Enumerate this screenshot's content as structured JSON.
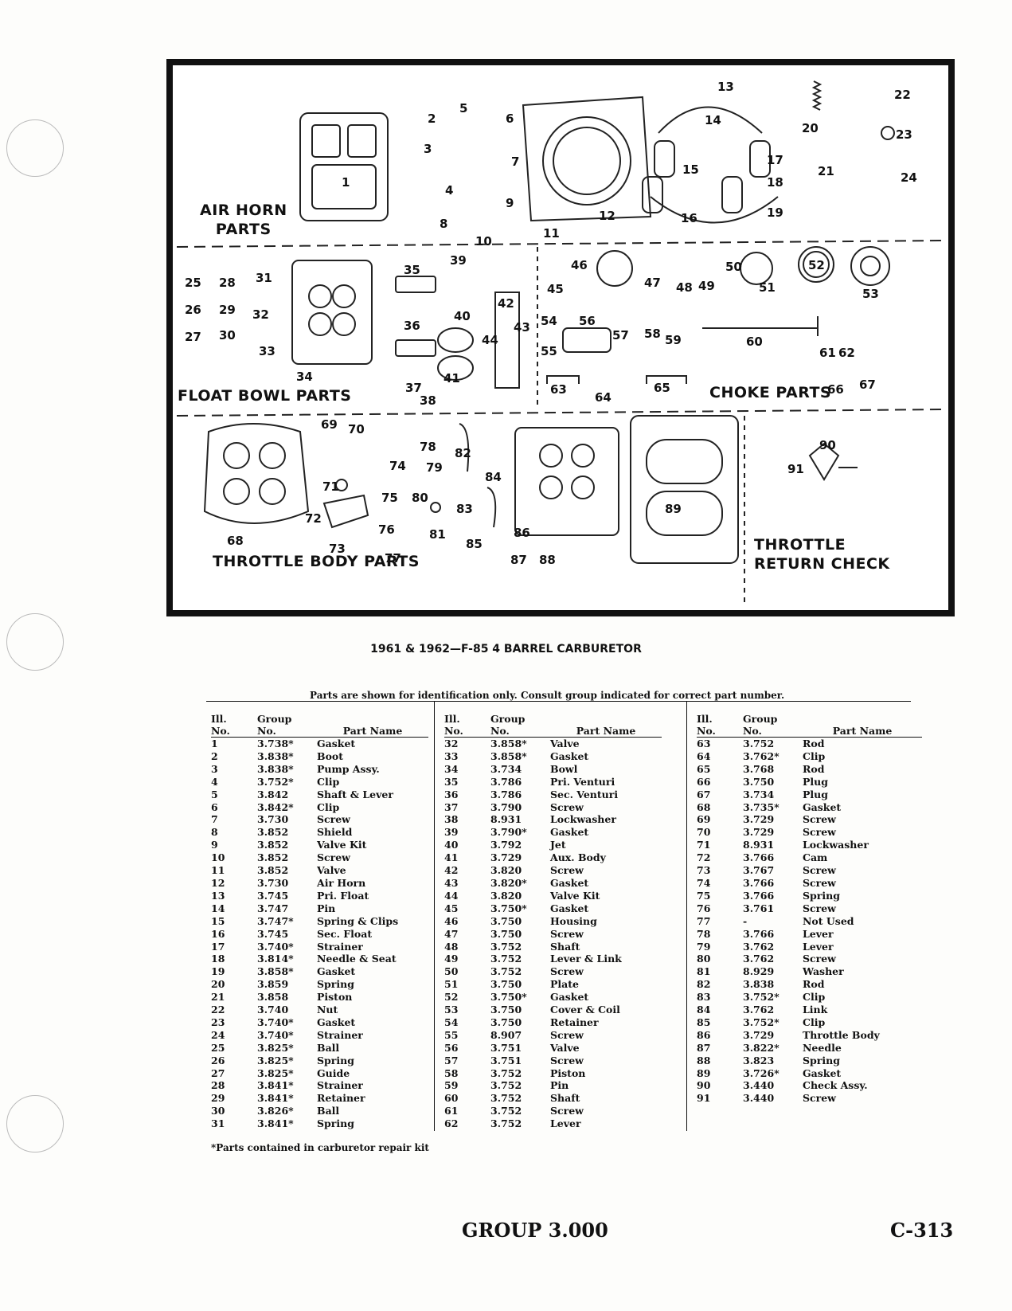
{
  "diagram": {
    "sections": {
      "air_horn": "AIR HORN\nPARTS",
      "float_bowl": "FLOAT BOWL PARTS",
      "choke": "CHOKE PARTS",
      "throttle_body": "THROTTLE BODY PARTS",
      "throttle_return": "THROTTLE\nRETURN CHECK"
    },
    "callouts": [
      "1",
      "2",
      "3",
      "4",
      "5",
      "6",
      "7",
      "8",
      "9",
      "10",
      "11",
      "12",
      "13",
      "14",
      "15",
      "16",
      "17",
      "18",
      "19",
      "20",
      "21",
      "22",
      "23",
      "24",
      "25",
      "26",
      "27",
      "28",
      "29",
      "30",
      "31",
      "32",
      "33",
      "34",
      "35",
      "36",
      "37",
      "38",
      "39",
      "40",
      "41",
      "42",
      "43",
      "44",
      "45",
      "46",
      "47",
      "48",
      "49",
      "50",
      "51",
      "52",
      "53",
      "54",
      "55",
      "56",
      "57",
      "58",
      "59",
      "60",
      "61",
      "62",
      "63",
      "64",
      "65",
      "66",
      "67",
      "68",
      "69",
      "70",
      "71",
      "72",
      "73",
      "74",
      "75",
      "76",
      "77",
      "78",
      "79",
      "80",
      "81",
      "82",
      "83",
      "84",
      "85",
      "86",
      "87",
      "88",
      "89",
      "90",
      "91"
    ]
  },
  "title": "1961 & 1962—F-85 4 BARREL CARBURETOR",
  "note": "Parts are shown for identification only.  Consult group indicated for correct part number.",
  "table_headers": {
    "ill_no": "Ill.\nNo.",
    "group_no": "Group\nNo.",
    "part_name": "Part Name"
  },
  "parts_columns": [
    [
      [
        "1",
        "3.738*",
        "Gasket"
      ],
      [
        "2",
        "3.838*",
        "Boot"
      ],
      [
        "3",
        "3.838*",
        "Pump Assy."
      ],
      [
        "4",
        "3.752*",
        "Clip"
      ],
      [
        "5",
        "3.842",
        "Shaft & Lever"
      ],
      [
        "6",
        "3.842*",
        "Clip"
      ],
      [
        "7",
        "3.730",
        "Screw"
      ],
      [
        "8",
        "3.852",
        "Shield"
      ],
      [
        "9",
        "3.852",
        "Valve Kit"
      ],
      [
        "10",
        "3.852",
        "Screw"
      ],
      [
        "11",
        "3.852",
        "Valve"
      ],
      [
        "12",
        "3.730",
        "Air Horn"
      ],
      [
        "13",
        "3.745",
        "Pri. Float"
      ],
      [
        "14",
        "3.747",
        "Pin"
      ],
      [
        "15",
        "3.747*",
        "Spring & Clips"
      ],
      [
        "16",
        "3.745",
        "Sec. Float"
      ],
      [
        "17",
        "3.740*",
        "Strainer"
      ],
      [
        "18",
        "3.814*",
        "Needle & Seat"
      ],
      [
        "19",
        "3.858*",
        "Gasket"
      ],
      [
        "20",
        "3.859",
        "Spring"
      ],
      [
        "21",
        "3.858",
        "Piston"
      ],
      [
        "22",
        "3.740",
        "Nut"
      ],
      [
        "23",
        "3.740*",
        "Gasket"
      ],
      [
        "24",
        "3.740*",
        "Strainer"
      ],
      [
        "25",
        "3.825*",
        "Ball"
      ],
      [
        "26",
        "3.825*",
        "Spring"
      ],
      [
        "27",
        "3.825*",
        "Guide"
      ],
      [
        "28",
        "3.841*",
        "Strainer"
      ],
      [
        "29",
        "3.841*",
        "Retainer"
      ],
      [
        "30",
        "3.826*",
        "Ball"
      ],
      [
        "31",
        "3.841*",
        "Spring"
      ]
    ],
    [
      [
        "32",
        "3.858*",
        "Valve"
      ],
      [
        "33",
        "3.858*",
        "Gasket"
      ],
      [
        "34",
        "3.734",
        "Bowl"
      ],
      [
        "35",
        "3.786",
        "Pri. Venturi"
      ],
      [
        "36",
        "3.786",
        "Sec. Venturi"
      ],
      [
        "37",
        "3.790",
        "Screw"
      ],
      [
        "38",
        "8.931",
        "Lockwasher"
      ],
      [
        "39",
        "3.790*",
        "Gasket"
      ],
      [
        "40",
        "3.792",
        "Jet"
      ],
      [
        "41",
        "3.729",
        "Aux. Body"
      ],
      [
        "42",
        "3.820",
        "Screw"
      ],
      [
        "43",
        "3.820*",
        "Gasket"
      ],
      [
        "44",
        "3.820",
        "Valve Kit"
      ],
      [
        "45",
        "3.750*",
        "Gasket"
      ],
      [
        "46",
        "3.750",
        "Housing"
      ],
      [
        "47",
        "3.750",
        "Screw"
      ],
      [
        "48",
        "3.752",
        "Shaft"
      ],
      [
        "49",
        "3.752",
        "Lever & Link"
      ],
      [
        "50",
        "3.752",
        "Screw"
      ],
      [
        "51",
        "3.750",
        "Plate"
      ],
      [
        "52",
        "3.750*",
        "Gasket"
      ],
      [
        "53",
        "3.750",
        "Cover & Coil"
      ],
      [
        "54",
        "3.750",
        "Retainer"
      ],
      [
        "55",
        "8.907",
        "Screw"
      ],
      [
        "56",
        "3.751",
        "Valve"
      ],
      [
        "57",
        "3.751",
        "Screw"
      ],
      [
        "58",
        "3.752",
        "Piston"
      ],
      [
        "59",
        "3.752",
        "Pin"
      ],
      [
        "60",
        "3.752",
        "Shaft"
      ],
      [
        "61",
        "3.752",
        "Screw"
      ],
      [
        "62",
        "3.752",
        "Lever"
      ]
    ],
    [
      [
        "63",
        "3.752",
        "Rod"
      ],
      [
        "64",
        "3.762*",
        "Clip"
      ],
      [
        "65",
        "3.768",
        "Rod"
      ],
      [
        "66",
        "3.750",
        "Plug"
      ],
      [
        "67",
        "3.734",
        "Plug"
      ],
      [
        "68",
        "3.735*",
        "Gasket"
      ],
      [
        "69",
        "3.729",
        "Screw"
      ],
      [
        "70",
        "3.729",
        "Screw"
      ],
      [
        "71",
        "8.931",
        "Lockwasher"
      ],
      [
        "72",
        "3.766",
        "Cam"
      ],
      [
        "73",
        "3.767",
        "Screw"
      ],
      [
        "74",
        "3.766",
        "Screw"
      ],
      [
        "75",
        "3.766",
        "Spring"
      ],
      [
        "76",
        "3.761",
        "Screw"
      ],
      [
        "77",
        "-",
        "Not Used"
      ],
      [
        "78",
        "3.766",
        "Lever"
      ],
      [
        "79",
        "3.762",
        "Lever"
      ],
      [
        "80",
        "3.762",
        "Screw"
      ],
      [
        "81",
        "8.929",
        "Washer"
      ],
      [
        "82",
        "3.838",
        "Rod"
      ],
      [
        "83",
        "3.752*",
        "Clip"
      ],
      [
        "84",
        "3.762",
        "Link"
      ],
      [
        "85",
        "3.752*",
        "Clip"
      ],
      [
        "86",
        "3.729",
        "Throttle Body"
      ],
      [
        "87",
        "3.822*",
        "Needle"
      ],
      [
        "88",
        "3.823",
        "Spring"
      ],
      [
        "89",
        "3.726*",
        "Gasket"
      ],
      [
        "90",
        "3.440",
        "Check Assy."
      ],
      [
        "91",
        "3.440",
        "Screw"
      ]
    ]
  ],
  "footnote": "*Parts contained in carburetor repair kit",
  "footer": {
    "group": "GROUP 3.000",
    "page": "C-313"
  }
}
